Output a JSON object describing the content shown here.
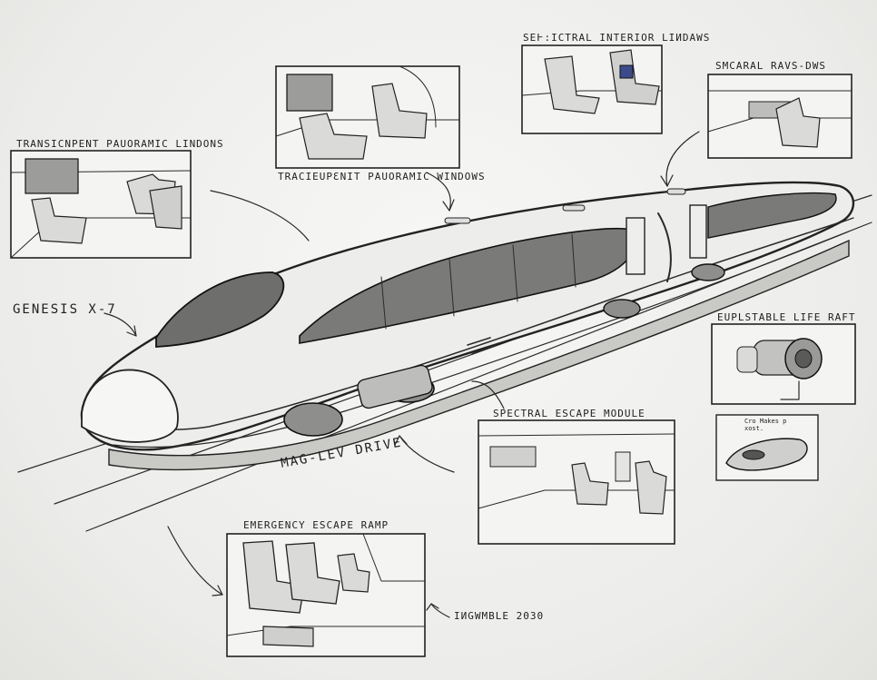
{
  "labels": {
    "top_center": "SEͰ:ICTRAL INTERIOR LIИDAWS",
    "top_right": "SMCARAL RAVS-DWS",
    "top_left": "TRANSICNPENT PAUORAMIC LINDONS",
    "mid_top": "TRACIEUPԐNIT PAUORAMIC WINDOWS",
    "train_name": "GENESIS X-7",
    "life_raft": "EUPLSTABLE LIFE RAFT",
    "pod_note": "Cro Makes p xost.",
    "escape_module": "SPECTRAL ESCAPE MODULE",
    "maglev": "MAG-LEV DRIVE",
    "escape_ramp": "EMERGENCY ESCAPE RAMP",
    "bottom_note": "IИGWMBLE 2030"
  },
  "colors": {
    "paper": "#f1f1ef",
    "ink": "#2a2a2a",
    "shade": "#9a9a98",
    "window": "#6e6e6c"
  }
}
